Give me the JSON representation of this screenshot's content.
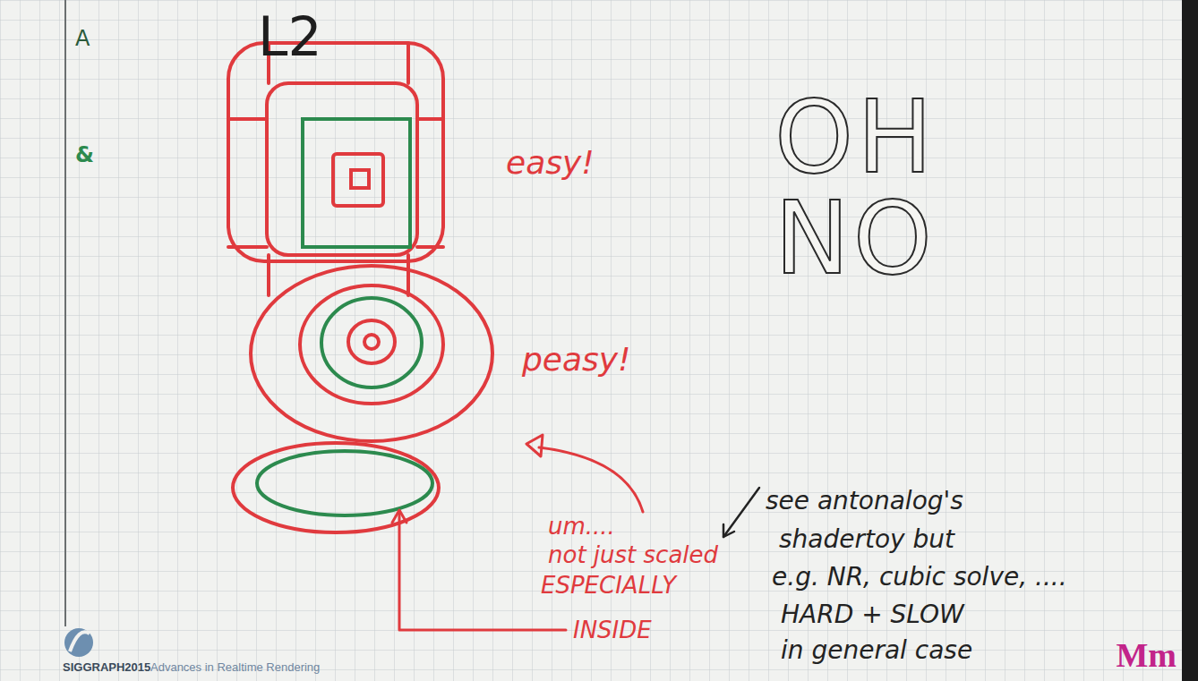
{
  "diagram": {
    "labels": [
      "L2",
      "A",
      "&",
      "easy!",
      "peasy!",
      "OH",
      "NO",
      "um....",
      "not just scaled",
      "ESPECIALLY",
      "INSIDE",
      "see antonalog's",
      "shadertoy but",
      "e.g. NR, cubic solve, ....",
      "HARD + SLOW",
      "in general case",
      "SIGGRAPH2015",
      "Advances in Realtime Rendering",
      "Mm"
    ]
  }
}
